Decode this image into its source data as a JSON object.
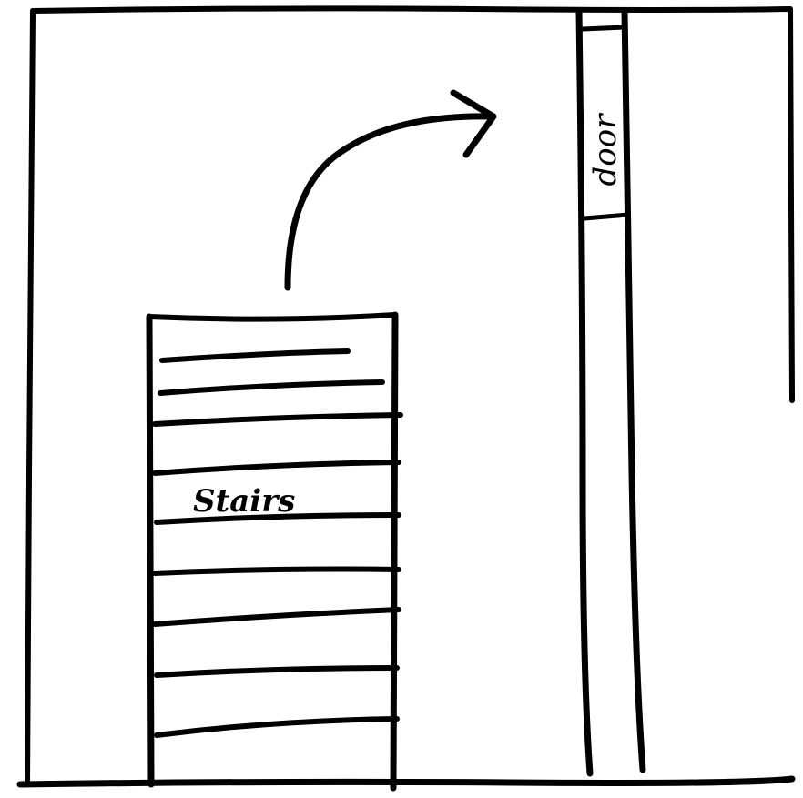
{
  "diagram": {
    "stairs_label": "Stairs",
    "door_label": "door",
    "stair_step_count": 9,
    "arrow": "stairs-to-door",
    "ink_color": "#000000",
    "background_color": "#ffffff"
  }
}
